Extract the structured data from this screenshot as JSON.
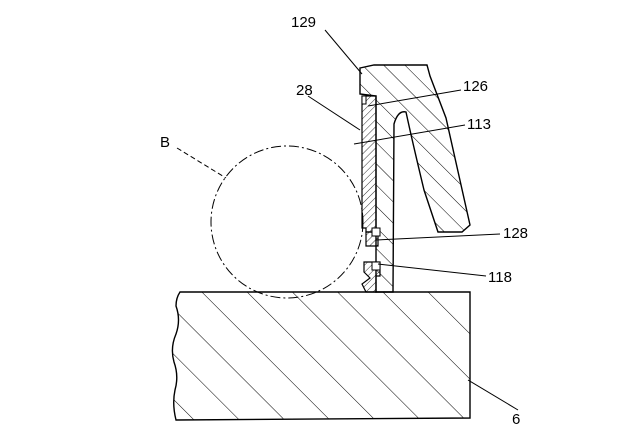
{
  "figure": {
    "labels": {
      "ball": "B",
      "part_28": "28",
      "part_129": "129",
      "part_126": "126",
      "part_113": "113",
      "part_128": "128",
      "part_118": "118",
      "base": "6"
    },
    "colors": {
      "line": "#000000",
      "background": "#ffffff"
    },
    "line_styles": {
      "ball_outline": "dash-dot",
      "base_edges": "hand-drawn break lines on left and bottom"
    }
  }
}
